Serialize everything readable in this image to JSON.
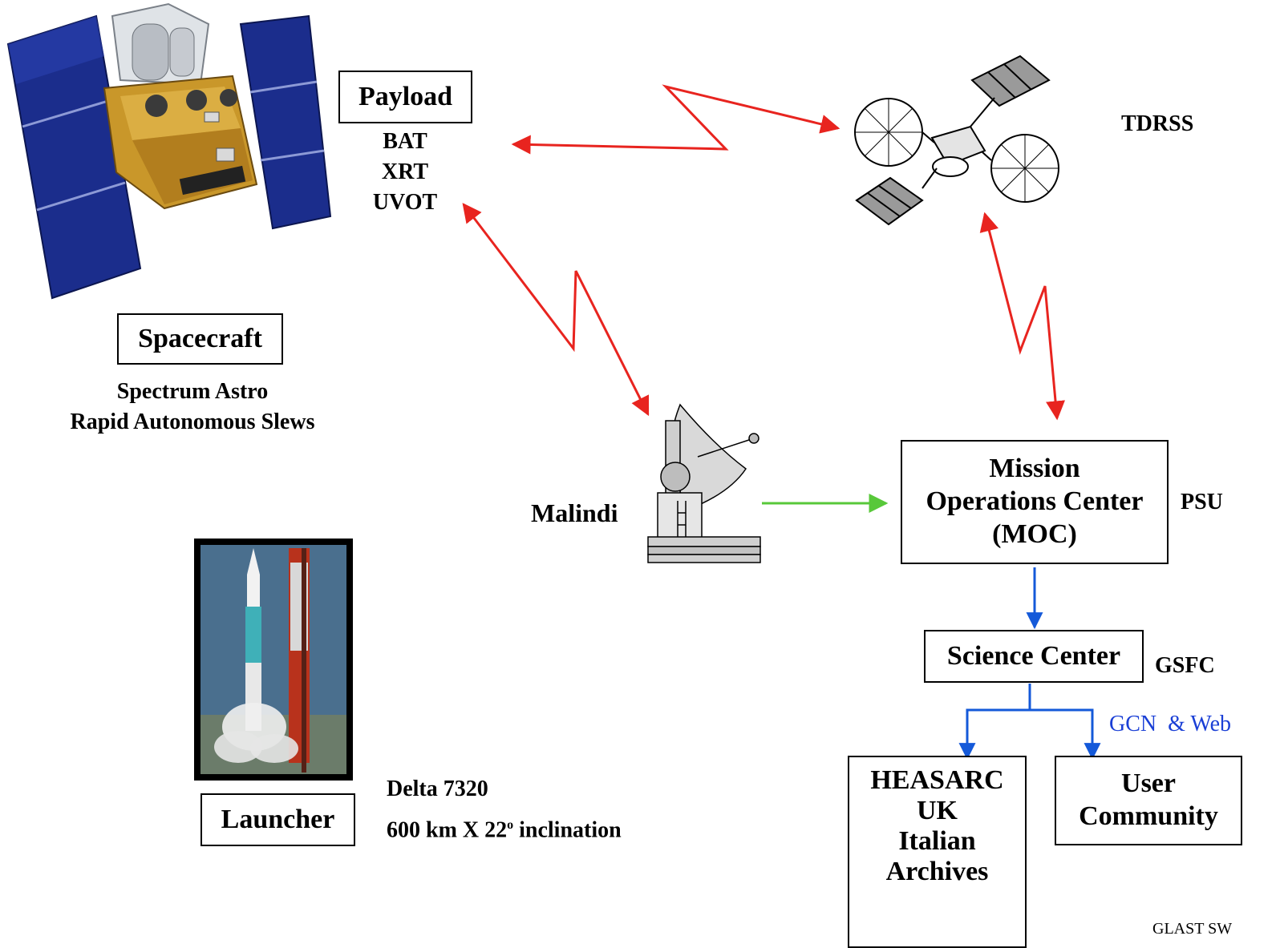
{
  "payload": {
    "title": "Payload",
    "items": [
      "BAT",
      "XRT",
      "UVOT"
    ]
  },
  "spacecraft": {
    "title": "Spacecraft",
    "lines": [
      "Spectrum Astro",
      "Rapid Autonomous Slews"
    ]
  },
  "tdrss": {
    "label": "TDRSS"
  },
  "malindi": {
    "label": "Malindi"
  },
  "moc": {
    "lines": [
      "Mission",
      "Operations Center",
      "(MOC)"
    ],
    "org": "PSU"
  },
  "science_center": {
    "title": "Science Center",
    "org": "GSFC"
  },
  "distribution": {
    "label": "GCN  & Web"
  },
  "archives": {
    "lines": [
      "HEASARC",
      "UK",
      "Italian",
      "Archives"
    ]
  },
  "user_community": {
    "lines": [
      "User",
      "Community"
    ]
  },
  "launcher": {
    "title": "Launcher",
    "vehicle": "Delta 7320",
    "orbit_prefix": "600 km X 22",
    "orbit_sup": "o",
    "orbit_suffix": " inclination"
  },
  "footer": {
    "text": "GLAST SW"
  },
  "colors": {
    "rf_link": "#e8241f",
    "ground_link": "#58c83a",
    "data_flow": "#1459d9",
    "panel_blue": "#1b2d8c",
    "gold": "#c9972a"
  }
}
